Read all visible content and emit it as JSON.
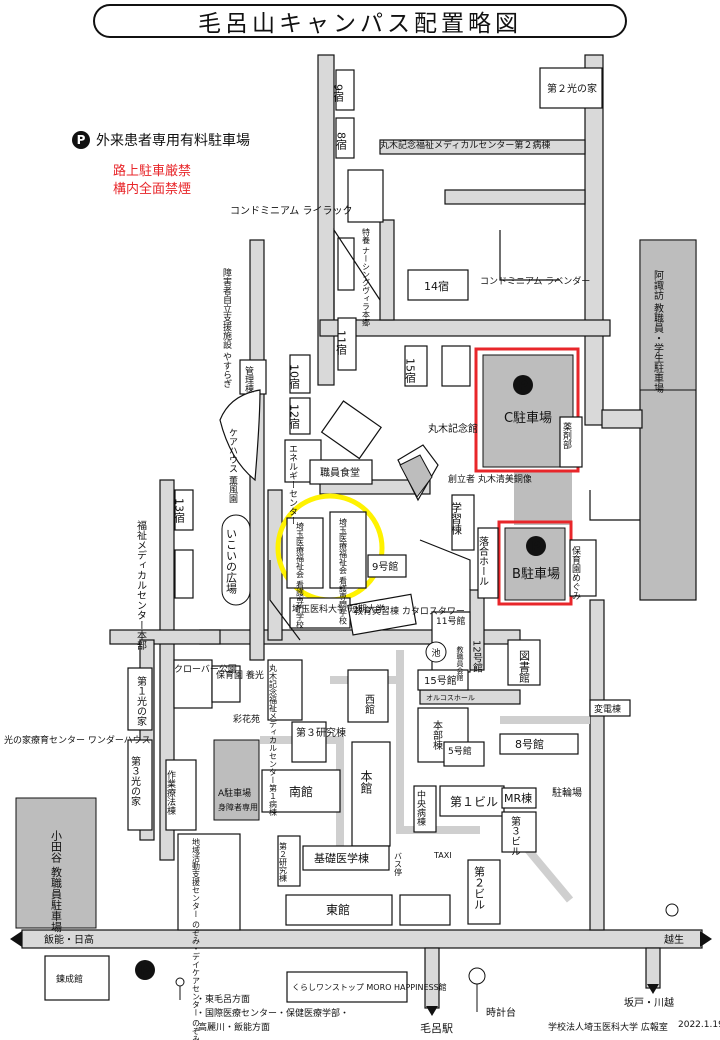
{
  "title": "毛呂山キャンパス配置略図",
  "legend": {
    "icon": "P",
    "label": "外来患者専用有料駐車場"
  },
  "notices": [
    "路上駐車厳禁",
    "構内全面禁煙"
  ],
  "colors": {
    "road": "#d9d9d9",
    "building_gray": "#bdbdbd",
    "highlight_red": "#e8262a",
    "circle_yellow": "#fff200"
  },
  "buildings": {
    "b9": "9宿",
    "b8": "8宿",
    "medical2": "丸木記念福祉メディカルセンター第２病棟",
    "hikari2": "第２光の家",
    "condo_lilac": "コンドミニアム ライラック",
    "nursing": "特養 ナーシングヴィラ本郷",
    "b14": "14宿",
    "condo_lavender": "コンドミニアム ラベンダー",
    "akutsu": "阿諏訪 教職員・学生駐車場",
    "yasuragi": "障害者自立支援施設 やすらぎ",
    "b11": "11宿",
    "kanri": "管理棟",
    "b10": "10宿",
    "b12": "12宿",
    "b15": "15宿",
    "c_parking": "C駐車場",
    "keifu": "薬剤部",
    "care": "ケアハウス 薫風園",
    "energy": "エネルギーセンター",
    "maruki_hall": "丸木記念館",
    "shokudo": "職員食堂",
    "bronze": "創立者 丸木清美銅像",
    "gakushu": "学習棟",
    "rakugo": "落合ホール",
    "b_parking": "B駐車場",
    "hoiku_megumi": "保育園めぐみ",
    "b13": "13宿",
    "medical_main": "福祉メディカルセンター本部",
    "ikoi": "いこいの広場",
    "nursing_school1": "埼玉医療福祉会 看護専門学校",
    "nursing_school2": "埼玉医療福祉会 看護専門学校",
    "b9kan": "9号館",
    "tanki": "埼玉医科大学 短期大学",
    "catalo": "教育実習棟 カタロスタワー",
    "b11kan": "11号館",
    "b12kan": "12号館",
    "ike": "池",
    "toshokan": "図書館",
    "kyoshitsu": "教職員会館",
    "hikari1": "第１光の家",
    "clover": "クローバー公園",
    "hoiku_hikari": "保育園 養光",
    "medical1": "丸木記念福祉メディカルセンター第１病棟",
    "saika": "彩花苑",
    "kenkyu3": "第３研究棟",
    "seikan": "西館",
    "b15kan": "15号館",
    "orcos": "オルコスホール",
    "honbu": "本部棟",
    "henden": "変電棟",
    "b8kan": "8号館",
    "b5kan": "5号館",
    "sakugyo": "作業療法棟",
    "hikari3": "第３光の家",
    "a_parking": "A駐車場",
    "shogaisha": "身障者専用",
    "nankan": "南館",
    "honkan": "本館",
    "chuo": "中央病棟",
    "biru1": "第１ビル",
    "mr": "MR棟",
    "churin": "駐輪場",
    "biru3": "第３ビル",
    "kenkyu2": "第２研究棟",
    "kiso": "基礎医学棟",
    "bus": "バス停",
    "taxi": "TAXI",
    "biru2": "第２ビル",
    "tokan": "東館",
    "odaya": "小田谷 教職員駐車場",
    "chiiki": "地域活動支援センター のぞみ・デイケアセンター のぞみ",
    "hikari_center": "光の家療育センター ワンダーハウス",
    "rensei": "鍊成館",
    "kurashi": "くらしワンストップ MORO HAPPINESS館",
    "tokeidai": "時計台"
  },
  "directions": {
    "west": "飯能・日高",
    "east": "越生",
    "south_east": "坂戸・川越",
    "south1": "・東毛呂方面",
    "south2": "・国際医療センター・保健医療学部・",
    "south3": "高麗川・飯能方面",
    "station": "毛呂駅"
  },
  "footer": {
    "org": "学校法人埼玉医科大学 広報室",
    "date": "2022.1.19"
  }
}
